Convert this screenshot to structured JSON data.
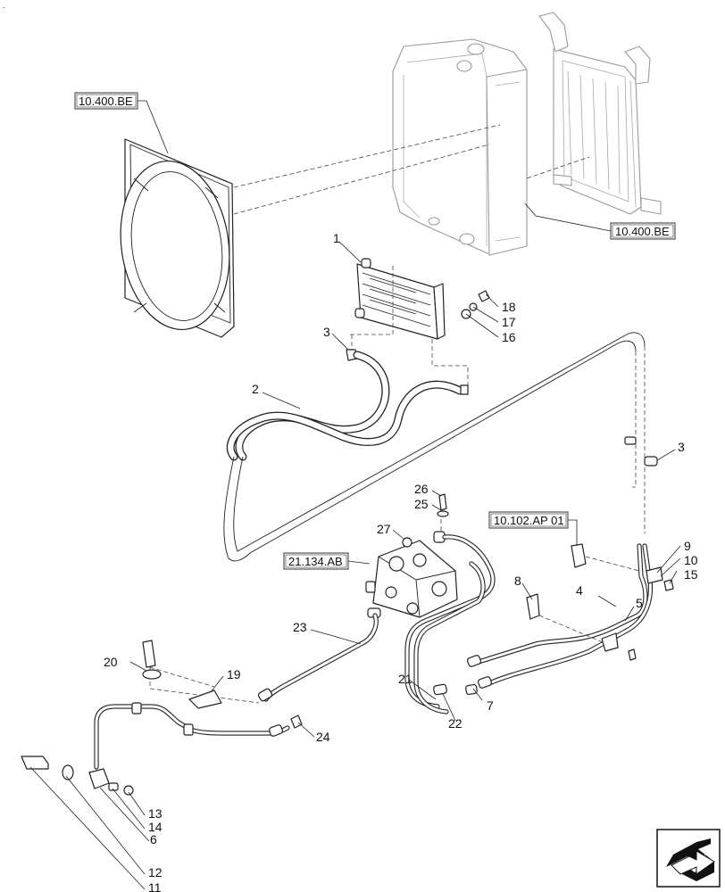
{
  "corner_mark": ".",
  "reference_boxes": {
    "radiator_top": "10.400.BE",
    "radiator_right": "10.400.BE",
    "valve_block": "21.134.AB",
    "bracket": "10.102.AP 01"
  },
  "callouts": {
    "n1": "1",
    "n2": "2",
    "n3a": "3",
    "n3b": "3",
    "n4": "4",
    "n5": "5",
    "n6": "6",
    "n7": "7",
    "n8": "8",
    "n9": "9",
    "n10": "10",
    "n11": "11",
    "n12": "12",
    "n13": "13",
    "n14": "14",
    "n15": "15",
    "n16": "16",
    "n17": "17",
    "n18": "18",
    "n19": "19",
    "n20": "20",
    "n21": "21",
    "n22": "22",
    "n23": "23",
    "n24": "24",
    "n25": "25",
    "n26": "26",
    "n27": "27"
  },
  "icons": {
    "navigation": "next-page-arrow-icon"
  }
}
